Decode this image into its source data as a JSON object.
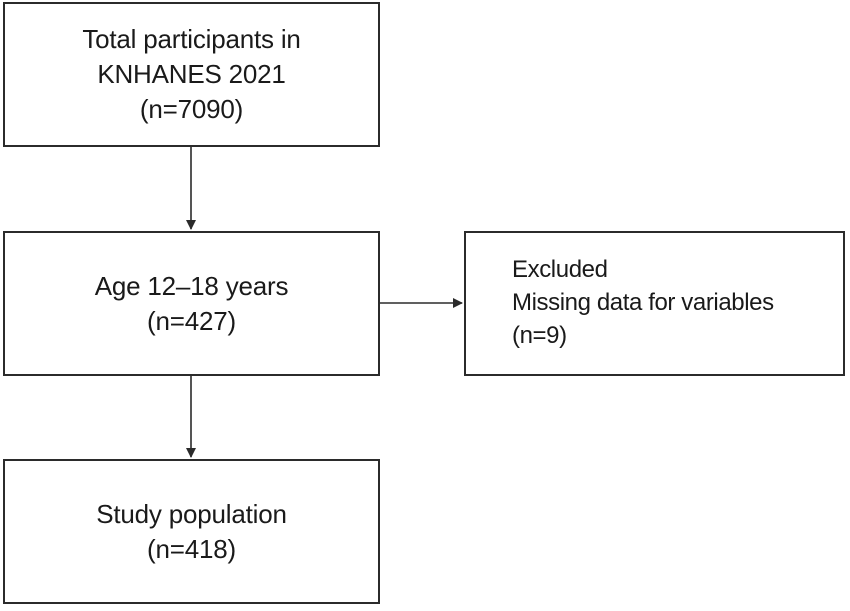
{
  "flowchart": {
    "total": {
      "line1": "Total participants in",
      "line2": "KNHANES 2021",
      "line3": "(n=7090)"
    },
    "age": {
      "line1": "Age 12–18 years",
      "line2": "(n=427)"
    },
    "excluded": {
      "line1": "Excluded",
      "line2": "Missing data for variables",
      "line3": "(n=9)"
    },
    "study": {
      "line1": "Study population",
      "line2": "(n=418)"
    }
  }
}
